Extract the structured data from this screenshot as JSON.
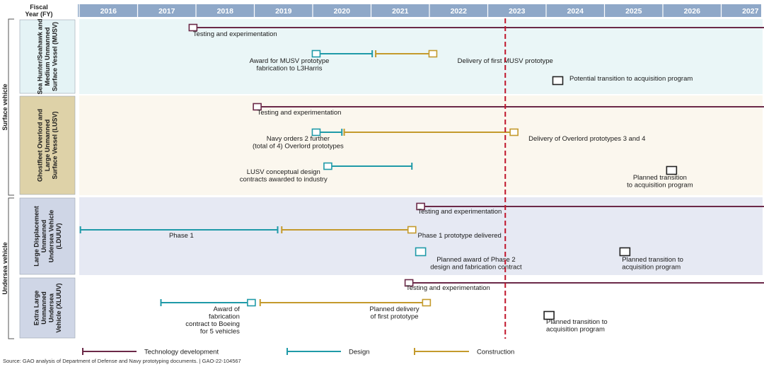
{
  "header": {
    "fiscal_year_label": [
      "Fiscal",
      "Year (FY)"
    ]
  },
  "years": [
    "2016",
    "2017",
    "2018",
    "2019",
    "2020",
    "2021",
    "2022",
    "2023",
    "2024",
    "2025",
    "2026",
    "2027"
  ],
  "current_year_marker": 2023.3,
  "colors": {
    "header_band": "#8fa8c8",
    "technology_development": "#6b2948",
    "design": "#1f9aa8",
    "construction": "#c49a2c",
    "current_marker": "#c0142a",
    "surface_panel_1": "#eaf6f7",
    "surface_panel_2": "#fbf7ee",
    "undersea_panel_1": "#e6e9f3",
    "undersea_panel_2": "#ffffff",
    "surface_label_fill": "#e4f3f5",
    "ghost_label_fill": "#ded2a8",
    "undersea_label_fill": "#cfd6e6"
  },
  "categories": [
    {
      "label": "Surface vehicle"
    },
    {
      "label": "Undersea vehicle"
    }
  ],
  "programs": [
    {
      "name_lines": [
        "Sea Hunter/Seahawk and",
        "Medium Unmanned",
        "Surface Vessel (MUSV)"
      ],
      "label_fill": "surface_label_fill",
      "panel_fill": "surface_panel_1",
      "bars": [
        {
          "kind": "technology_development",
          "start": 2017.95,
          "end": 2027.99,
          "start_marker": "box",
          "arrow": true
        },
        {
          "kind": "design",
          "start": 2020.06,
          "end": 2021.02,
          "start_marker": "box",
          "end_marker": "cap"
        },
        {
          "kind": "construction",
          "start": 2021.08,
          "end": 2022.06,
          "start_marker": "cap",
          "end_marker": "box"
        }
      ],
      "milestones": [
        {
          "year": 2024.2,
          "kind": "empty"
        }
      ],
      "annotations": [
        {
          "lines": [
            "Testing and experimentation"
          ],
          "x": 2017.95,
          "anchor": "start"
        },
        {
          "lines": [
            "Award for MUSV prototype",
            "fabrication to L3Harris"
          ],
          "x": 2019.6,
          "anchor": "middle"
        },
        {
          "lines": [
            "Delivery of first MUSV prototype"
          ],
          "x": 2023.3,
          "anchor": "middle"
        },
        {
          "lines": [
            "Potential transition to acquisition program"
          ],
          "x": 2024.4,
          "anchor": "start"
        }
      ]
    },
    {
      "name_lines": [
        "Ghostfleet Overlord and",
        "Large Unmanned",
        "Surface Vessel (LUSV)"
      ],
      "label_fill": "ghost_label_fill",
      "panel_fill": "surface_panel_2",
      "bars": [
        {
          "kind": "technology_development",
          "start": 2019.05,
          "end": 2027.99,
          "start_marker": "box",
          "arrow": true
        },
        {
          "kind": "design",
          "start": 2020.06,
          "end": 2020.5,
          "start_marker": "box",
          "end_marker": "cap"
        },
        {
          "kind": "construction",
          "start": 2020.54,
          "end": 2023.45,
          "start_marker": "cap",
          "end_marker": "box"
        },
        {
          "kind": "design",
          "start": 2020.26,
          "end": 2021.7,
          "start_marker": "box",
          "end_marker": "cap"
        }
      ],
      "milestones": [
        {
          "year": 2026.15,
          "kind": "empty"
        }
      ],
      "annotations": [
        {
          "lines": [
            "Testing and experimentation"
          ],
          "x": 2019.05,
          "anchor": "start"
        },
        {
          "lines": [
            "Navy orders 2 further",
            "(total of 4) Overlord prototypes"
          ],
          "x": 2019.75,
          "anchor": "middle"
        },
        {
          "lines": [
            "Delivery of Overlord prototypes 3 and 4"
          ],
          "x": 2024.7,
          "anchor": "middle"
        },
        {
          "lines": [
            "LUSV conceptual design",
            "contracts awarded to industry"
          ],
          "x": 2019.5,
          "anchor": "middle"
        },
        {
          "lines": [
            "Planned transition",
            "to acquisition program"
          ],
          "x": 2025.95,
          "anchor": "middle"
        }
      ]
    },
    {
      "name_lines": [
        "Large Displacement",
        "Unmanned",
        "Undersea Vehicle",
        "(LDUUV)"
      ],
      "label_fill": "undersea_label_fill",
      "panel_fill": "undersea_panel_1",
      "bars": [
        {
          "kind": "technology_development",
          "start": 2021.85,
          "end": 2027.99,
          "start_marker": "box",
          "arrow": true
        },
        {
          "kind": "design",
          "start": 2016.02,
          "end": 2019.4,
          "start_marker": "cap",
          "end_marker": "cap"
        },
        {
          "kind": "construction",
          "start": 2019.47,
          "end": 2021.7,
          "start_marker": "cap",
          "end_marker": "box"
        }
      ],
      "milestones": [
        {
          "year": 2021.85,
          "kind": "design"
        },
        {
          "year": 2025.35,
          "kind": "empty"
        }
      ],
      "annotations": [
        {
          "lines": [
            "Testing and experimentation"
          ],
          "x": 2021.8,
          "anchor": "start"
        },
        {
          "lines": [
            "Phase 1"
          ],
          "x": 2017.75,
          "anchor": "middle"
        },
        {
          "lines": [
            "Phase 1 prototype delivered"
          ],
          "x": 2021.8,
          "anchor": "start"
        },
        {
          "lines": [
            "Planned award of Phase 2",
            "design and fabrication contract"
          ],
          "x": 2022.8,
          "anchor": "middle"
        },
        {
          "lines": [
            "Planned transition to",
            "acquisition program"
          ],
          "x": 2025.3,
          "anchor": "start"
        }
      ]
    },
    {
      "name_lines": [
        "Extra Large",
        "Unmanned",
        "Undersea",
        "Vehicle (XLUUV)"
      ],
      "label_fill": "undersea_label_fill",
      "panel_fill": "undersea_panel_2",
      "bars": [
        {
          "kind": "technology_development",
          "start": 2021.65,
          "end": 2027.99,
          "start_marker": "box",
          "arrow": true
        },
        {
          "kind": "design",
          "start": 2017.4,
          "end": 2018.95,
          "start_marker": "cap",
          "end_marker": "box"
        },
        {
          "kind": "construction",
          "start": 2019.1,
          "end": 2021.95,
          "start_marker": "cap",
          "end_marker": "box"
        }
      ],
      "milestones": [
        {
          "year": 2024.05,
          "kind": "empty"
        }
      ],
      "annotations": [
        {
          "lines": [
            "Testing and experimentation"
          ],
          "x": 2021.6,
          "anchor": "start"
        },
        {
          "lines": [
            "Award of",
            "fabrication",
            "contract to Boeing",
            "for 5 vehicles"
          ],
          "x": 2018.75,
          "anchor": "end"
        },
        {
          "lines": [
            "Planned delivery",
            "of first prototype"
          ],
          "x": 2021.4,
          "anchor": "middle"
        },
        {
          "lines": [
            "Planned transition to",
            "acquisition program"
          ],
          "x": 2024.0,
          "anchor": "start"
        }
      ]
    }
  ],
  "legend": [
    {
      "kind": "technology_development",
      "label": "Technology development"
    },
    {
      "kind": "design",
      "label": "Design"
    },
    {
      "kind": "construction",
      "label": "Construction"
    }
  ],
  "source": "Source: GAO analysis of Department of Defense and Navy prototyping documents.  |  GAO-22-104567"
}
